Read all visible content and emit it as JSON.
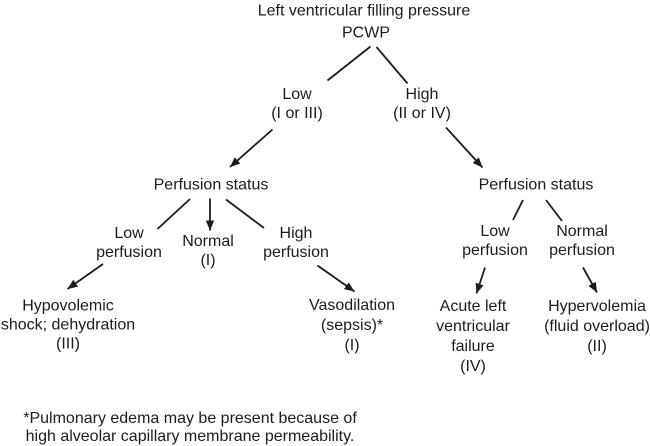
{
  "diagram": {
    "title": "Left ventricular filling pressure",
    "subtitle": "PCWP",
    "colors": {
      "text": "#1c1c1c",
      "line": "#1c1c1c",
      "background": "#ffffff"
    },
    "nodes": {
      "low_branch": {
        "lines": [
          "Low",
          "(I or III)"
        ]
      },
      "high_branch": {
        "lines": [
          "High",
          "(II or IV)"
        ]
      },
      "perfusion_status_left": {
        "text": "Perfusion status"
      },
      "perfusion_status_right": {
        "text": "Perfusion status"
      },
      "low_perfusion_left": {
        "lines": [
          "Low",
          "perfusion"
        ]
      },
      "normal_left": {
        "lines": [
          "Normal",
          "(I)"
        ]
      },
      "high_perfusion_left": {
        "lines": [
          "High",
          "perfusion"
        ]
      },
      "hypovolemic_shock": {
        "lines": [
          "Hypovolemic",
          "shock; dehydration",
          "(III)"
        ]
      },
      "vasodilation": {
        "lines": [
          "Vasodilation",
          "(sepsis)*",
          "(I)"
        ]
      },
      "low_perfusion_right": {
        "lines": [
          "Low",
          "perfusion"
        ]
      },
      "normal_perfusion_right": {
        "lines": [
          "Normal",
          "perfusion"
        ]
      },
      "acute_lv_failure": {
        "lines": [
          "Acute left",
          "ventricular",
          "failure",
          "(IV)"
        ]
      },
      "hypervolemia": {
        "lines": [
          "Hypervolemia",
          "(fluid overload)",
          "(II)"
        ]
      }
    },
    "edges": [
      {
        "from": "pcwp",
        "to": "low_branch",
        "arrow": false
      },
      {
        "from": "pcwp",
        "to": "high_branch",
        "arrow": false
      },
      {
        "from": "low_branch",
        "to": "perfusion_status_left",
        "arrow": true
      },
      {
        "from": "high_branch",
        "to": "perfusion_status_right",
        "arrow": true
      },
      {
        "from": "perfusion_status_left",
        "to": "low_perfusion_left",
        "arrow": false
      },
      {
        "from": "perfusion_status_left",
        "to": "normal_left",
        "arrow": true
      },
      {
        "from": "perfusion_status_left",
        "to": "high_perfusion_left",
        "arrow": false
      },
      {
        "from": "low_perfusion_left",
        "to": "hypovolemic_shock",
        "arrow": true
      },
      {
        "from": "high_perfusion_left",
        "to": "vasodilation",
        "arrow": true
      },
      {
        "from": "perfusion_status_right",
        "to": "low_perfusion_right",
        "arrow": false
      },
      {
        "from": "perfusion_status_right",
        "to": "normal_perfusion_right",
        "arrow": false
      },
      {
        "from": "low_perfusion_right",
        "to": "acute_lv_failure",
        "arrow": true
      },
      {
        "from": "normal_perfusion_right",
        "to": "hypervolemia",
        "arrow": true
      }
    ],
    "footnote": {
      "lines": [
        "*Pulmonary edema may be present because of",
        "high alveolar capillary membrane permeability."
      ]
    }
  }
}
